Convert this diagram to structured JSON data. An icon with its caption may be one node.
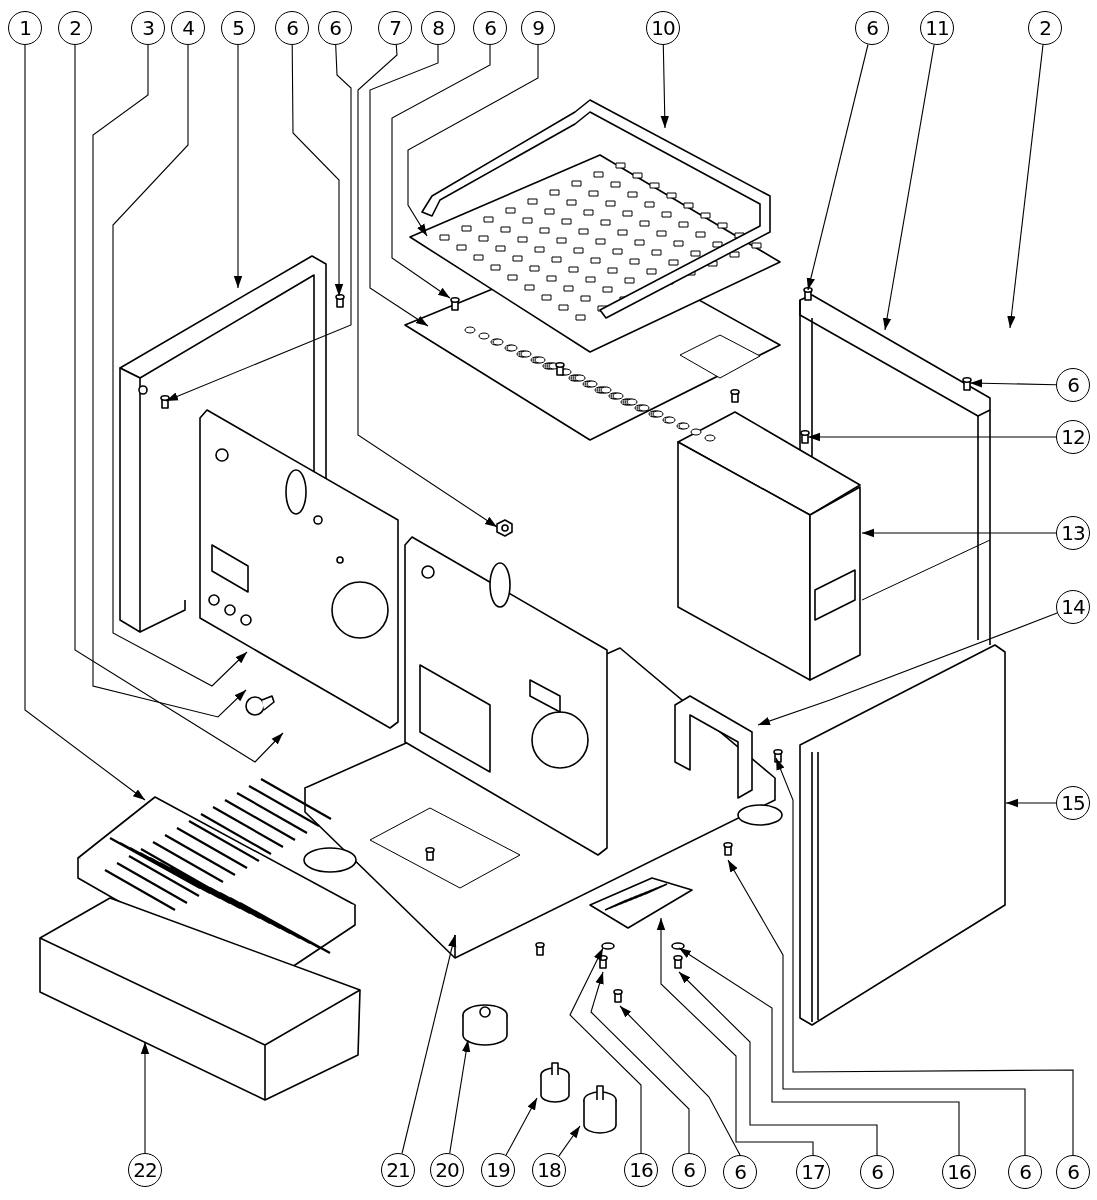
{
  "diagram": {
    "nodes": [
      {
        "text": [
          "1"
        ]
      },
      {
        "text": [
          "2"
        ]
      },
      {
        "text": [
          "3"
        ]
      },
      {
        "text": [
          "4"
        ]
      },
      {
        "text": [
          "5"
        ]
      },
      {
        "text": [
          "6"
        ]
      },
      {
        "text": [
          "6"
        ]
      },
      {
        "text": [
          "7"
        ]
      },
      {
        "text": [
          "8"
        ]
      },
      {
        "text": [
          "6"
        ]
      },
      {
        "text": [
          "9"
        ]
      },
      {
        "text": [
          "10"
        ]
      },
      {
        "text": [
          "6"
        ]
      },
      {
        "text": [
          "11"
        ]
      },
      {
        "text": [
          "2"
        ]
      },
      {
        "text": [
          "6"
        ]
      },
      {
        "text": [
          "12"
        ]
      },
      {
        "text": [
          "13"
        ]
      },
      {
        "text": [
          "14"
        ]
      },
      {
        "text": [
          "15"
        ]
      },
      {
        "text": [
          "22"
        ]
      },
      {
        "text": [
          "21"
        ]
      },
      {
        "text": [
          "20"
        ]
      },
      {
        "text": [
          "19"
        ]
      },
      {
        "text": [
          "18"
        ]
      },
      {
        "text": [
          "16"
        ]
      },
      {
        "text": [
          "6"
        ]
      },
      {
        "text": [
          "6"
        ]
      },
      {
        "text": [
          "17"
        ]
      },
      {
        "text": [
          "6"
        ]
      },
      {
        "text": [
          "16"
        ]
      },
      {
        "text": [
          "6"
        ]
      },
      {
        "text": [
          "6"
        ]
      }
    ],
    "edges": [
      {
        "from": 0,
        "to": null,
        "arrow": "to"
      },
      {
        "from": 1,
        "to": null,
        "arrow": "to"
      },
      {
        "from": 2,
        "to": null,
        "arrow": "to"
      },
      {
        "from": 3,
        "to": null,
        "arrow": "to"
      },
      {
        "from": 4,
        "to": null,
        "arrow": "to"
      },
      {
        "from": 5,
        "to": null,
        "arrow": "to"
      },
      {
        "from": 6,
        "to": null,
        "arrow": "to"
      },
      {
        "from": 7,
        "to": null,
        "arrow": "to"
      },
      {
        "from": 8,
        "to": null,
        "arrow": "to"
      },
      {
        "from": 9,
        "to": null,
        "arrow": "to"
      },
      {
        "from": 10,
        "to": null,
        "arrow": "to"
      },
      {
        "from": 11,
        "to": null,
        "arrow": "to"
      },
      {
        "from": 12,
        "to": null,
        "arrow": "to"
      },
      {
        "from": 13,
        "to": null,
        "arrow": "to"
      },
      {
        "from": 14,
        "to": null,
        "arrow": "to"
      },
      {
        "from": 15,
        "to": null,
        "arrow": "to"
      },
      {
        "from": 16,
        "to": null,
        "arrow": "to"
      },
      {
        "from": 17,
        "to": null,
        "arrow": "to"
      },
      {
        "from": 18,
        "to": null,
        "arrow": "to"
      },
      {
        "from": 19,
        "to": null,
        "arrow": "to"
      },
      {
        "from": 20,
        "to": null,
        "arrow": "to"
      },
      {
        "from": 21,
        "to": null,
        "arrow": "to"
      },
      {
        "from": 22,
        "to": null,
        "arrow": "to"
      },
      {
        "from": 23,
        "to": null,
        "arrow": "to"
      },
      {
        "from": 24,
        "to": null,
        "arrow": "to"
      },
      {
        "from": 25,
        "to": null,
        "arrow": "to"
      },
      {
        "from": 26,
        "to": null,
        "arrow": "to"
      },
      {
        "from": 27,
        "to": null,
        "arrow": "to"
      },
      {
        "from": 28,
        "to": null,
        "arrow": "to"
      },
      {
        "from": 29,
        "to": null,
        "arrow": "to"
      },
      {
        "from": 30,
        "to": null,
        "arrow": "to"
      },
      {
        "from": 31,
        "to": null,
        "arrow": "to"
      },
      {
        "from": 32,
        "to": null,
        "arrow": "to"
      }
    ]
  }
}
